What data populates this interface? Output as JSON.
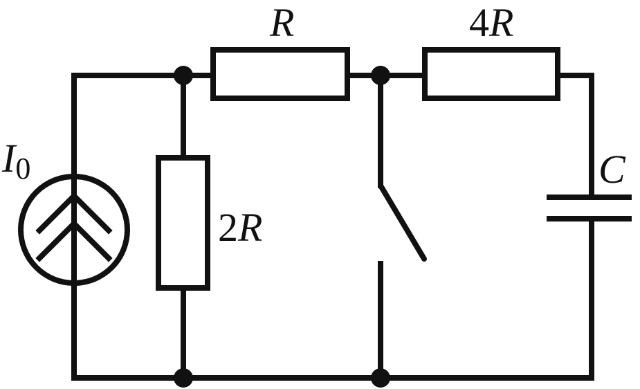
{
  "labels": {
    "source_symbol": "I",
    "source_subscript": "0",
    "resistor_top_left": "R",
    "resistor_top_right_coefficient": "4",
    "resistor_top_right_symbol": "R",
    "resistor_vertical_coefficient": "2",
    "resistor_vertical_symbol": "R",
    "capacitor_symbol": "C"
  },
  "colors": {
    "ink": "#111111",
    "background": "#ffffff"
  },
  "switch_state": "open"
}
